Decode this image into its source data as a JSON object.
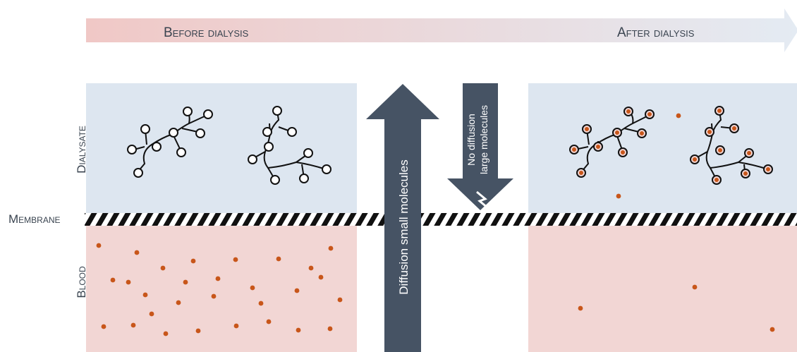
{
  "header": {
    "before_label": "Before dialysis",
    "after_label": "After dialysis"
  },
  "labels": {
    "dialysate": "Dialysate",
    "membrane": "Membrane",
    "blood": "Blood"
  },
  "arrows": {
    "small_molecules": "Diffusion small molecules",
    "large_molecules_line1": "No diffusion",
    "large_molecules_line2": "large molecules"
  },
  "colors": {
    "dialysate_panel": "#dde6f0",
    "blood_panel": "#f2d6d4",
    "header_start": "#f0c8c6",
    "header_end": "#e4ebf3",
    "arrow": "#465364",
    "particle": "#c8561a",
    "label_text": "#3a4450"
  },
  "counts": {
    "blood_particles_before": 29,
    "blood_particles_after": 3,
    "dialysate_free_particles_after": 2
  }
}
